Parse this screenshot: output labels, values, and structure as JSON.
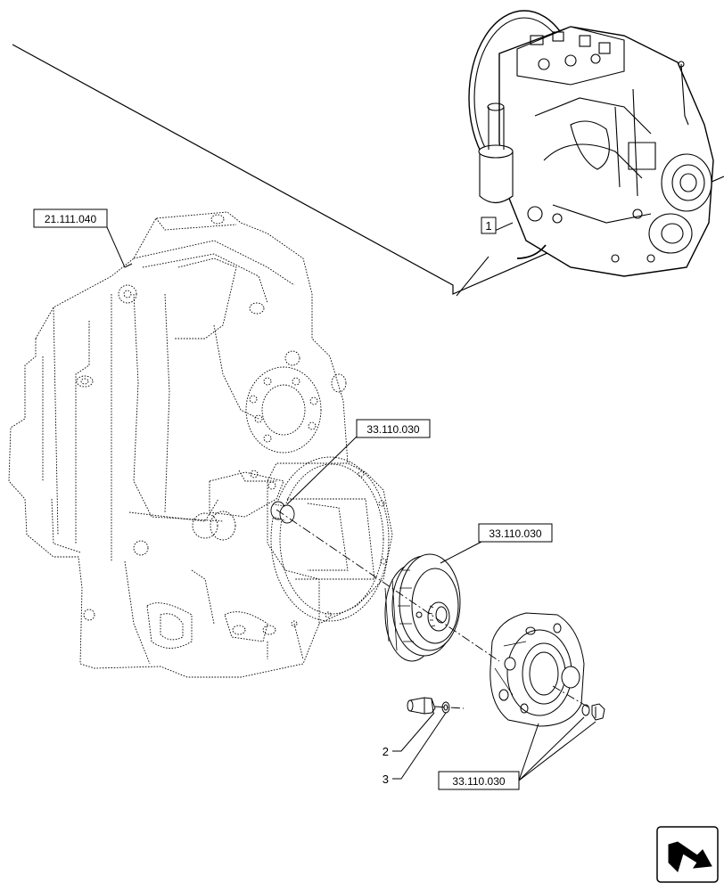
{
  "references": {
    "housing": "21.111.040",
    "shaft": "33.110.030",
    "brake_disc": "33.110.030",
    "cover": "33.110.030"
  },
  "callouts": {
    "overview": "1",
    "bleeder": "2",
    "washer": "3"
  },
  "icons": {
    "nav_arrow": "arrow-icon"
  }
}
